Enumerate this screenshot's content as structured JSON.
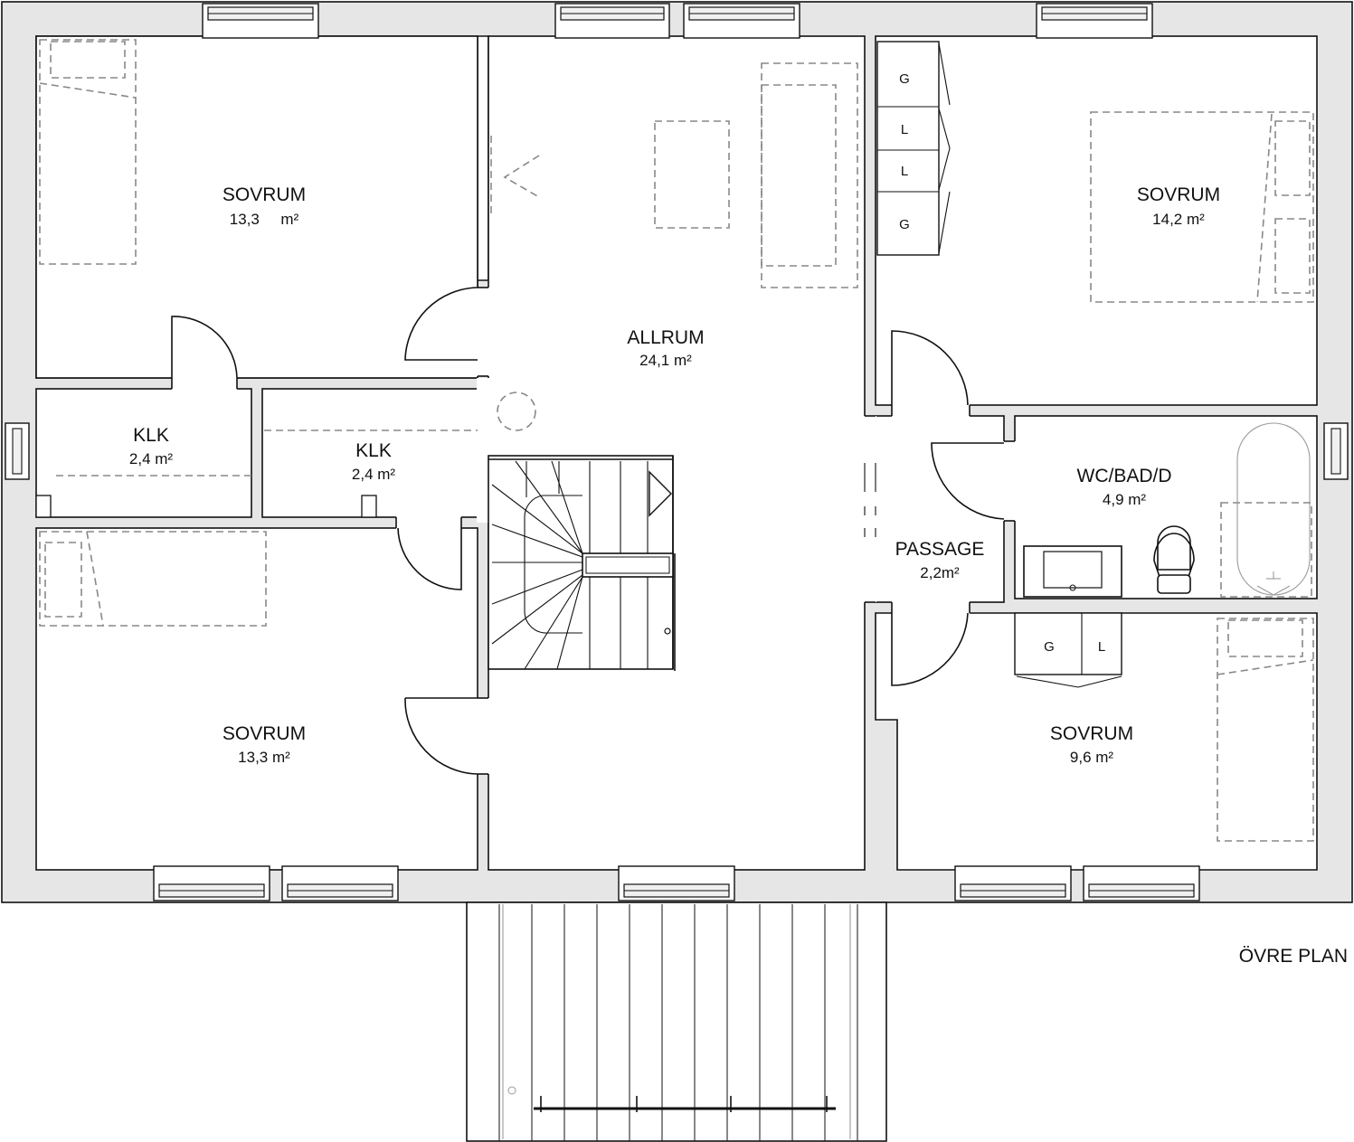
{
  "plan_title": "ÖVRE PLAN",
  "rooms": {
    "sovrum_nw": {
      "name": "SOVRUM",
      "area": "13,3     m²"
    },
    "allrum": {
      "name": "ALLRUM",
      "area": "24,1 m²"
    },
    "sovrum_ne": {
      "name": "SOVRUM",
      "area": "14,2 m²"
    },
    "klk_1": {
      "name": "KLK",
      "area": "2,4 m²"
    },
    "klk_2": {
      "name": "KLK",
      "area": "2,4 m²"
    },
    "wc": {
      "name": "WC/BAD/D",
      "area": "4,9 m²"
    },
    "passage": {
      "name": "PASSAGE",
      "area": "2,2m²"
    },
    "sovrum_sw": {
      "name": "SOVRUM",
      "area": "13,3 m²"
    },
    "sovrum_se": {
      "name": "SOVRUM",
      "area": "9,6 m²"
    }
  },
  "wardrobes": {
    "ne": [
      "G",
      "L",
      "L",
      "G"
    ],
    "se": [
      "G",
      "L"
    ]
  }
}
